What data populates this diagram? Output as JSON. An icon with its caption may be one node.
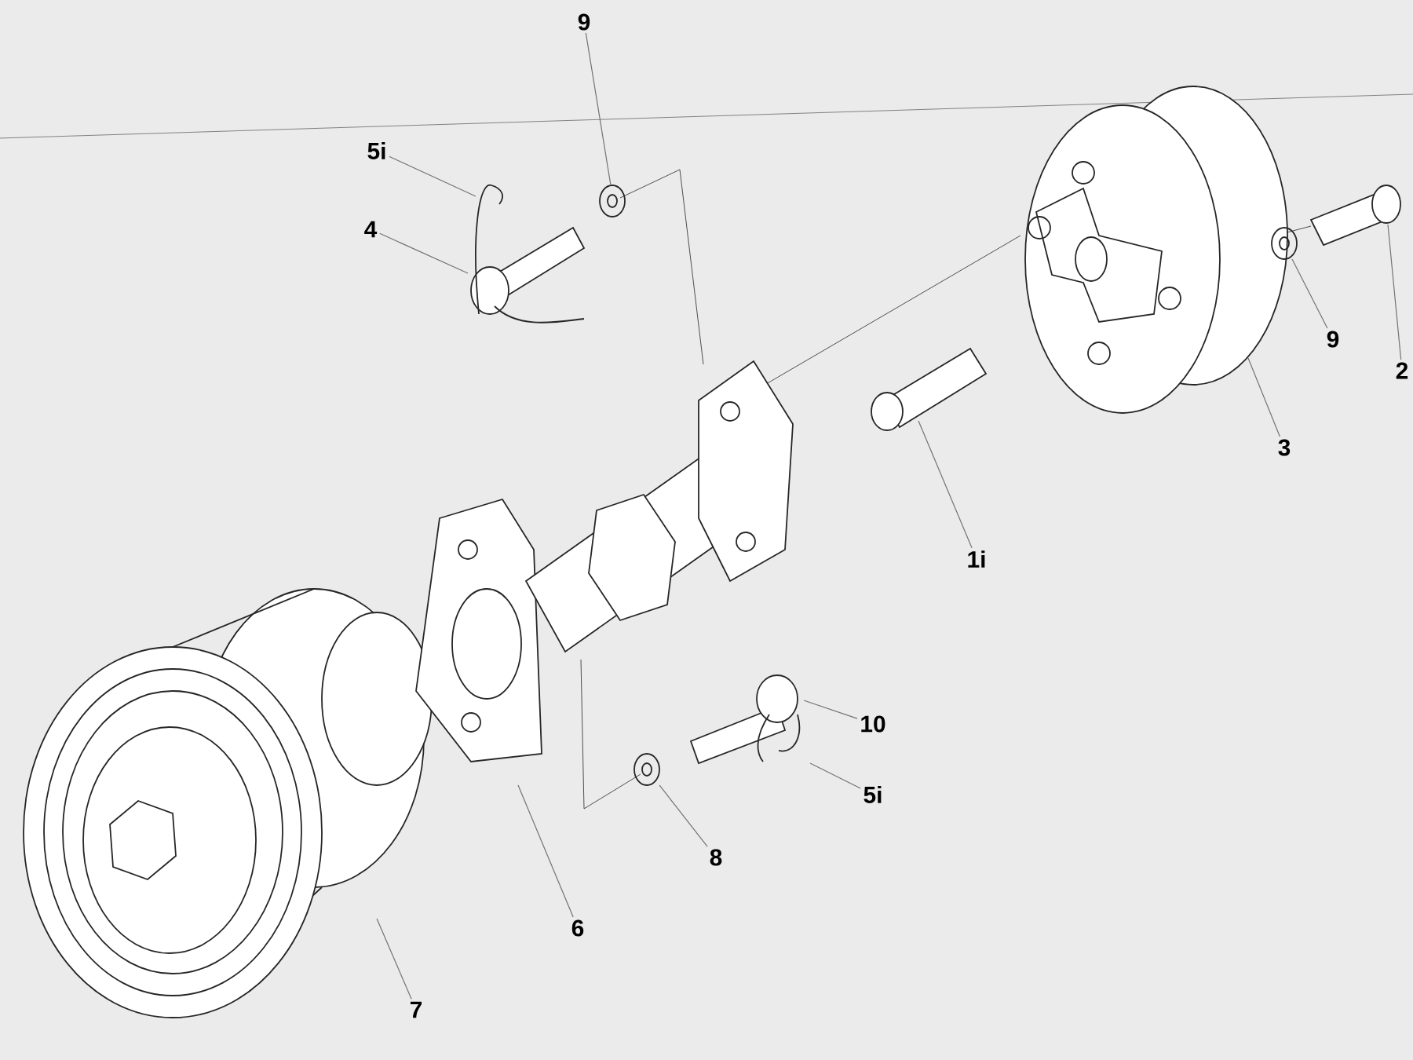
{
  "diagram": {
    "nodes": [
      {
        "text": [
          "9"
        ]
      },
      {
        "text": [
          "5i"
        ]
      },
      {
        "text": [
          "4"
        ]
      },
      {
        "text": [
          "9"
        ]
      },
      {
        "text": [
          "2"
        ]
      },
      {
        "text": [
          "3"
        ]
      },
      {
        "text": [
          "1i"
        ]
      },
      {
        "text": [
          "10"
        ]
      },
      {
        "text": [
          "5i"
        ]
      },
      {
        "text": [
          "8"
        ]
      },
      {
        "text": [
          "6"
        ]
      },
      {
        "text": [
          "7"
        ]
      }
    ],
    "edges": [
      {
        "from": 0,
        "to": null,
        "arrow": "none"
      },
      {
        "from": 1,
        "to": null,
        "arrow": "none"
      },
      {
        "from": 2,
        "to": null,
        "arrow": "none"
      },
      {
        "from": 3,
        "to": null,
        "arrow": "none"
      },
      {
        "from": 4,
        "to": null,
        "arrow": "none"
      },
      {
        "from": 5,
        "to": null,
        "arrow": "none"
      },
      {
        "from": 6,
        "to": null,
        "arrow": "none"
      },
      {
        "from": 7,
        "to": null,
        "arrow": "none"
      },
      {
        "from": 8,
        "to": null,
        "arrow": "none"
      },
      {
        "from": 9,
        "to": null,
        "arrow": "none"
      },
      {
        "from": 10,
        "to": null,
        "arrow": "none"
      },
      {
        "from": 11,
        "to": null,
        "arrow": "none"
      }
    ]
  }
}
